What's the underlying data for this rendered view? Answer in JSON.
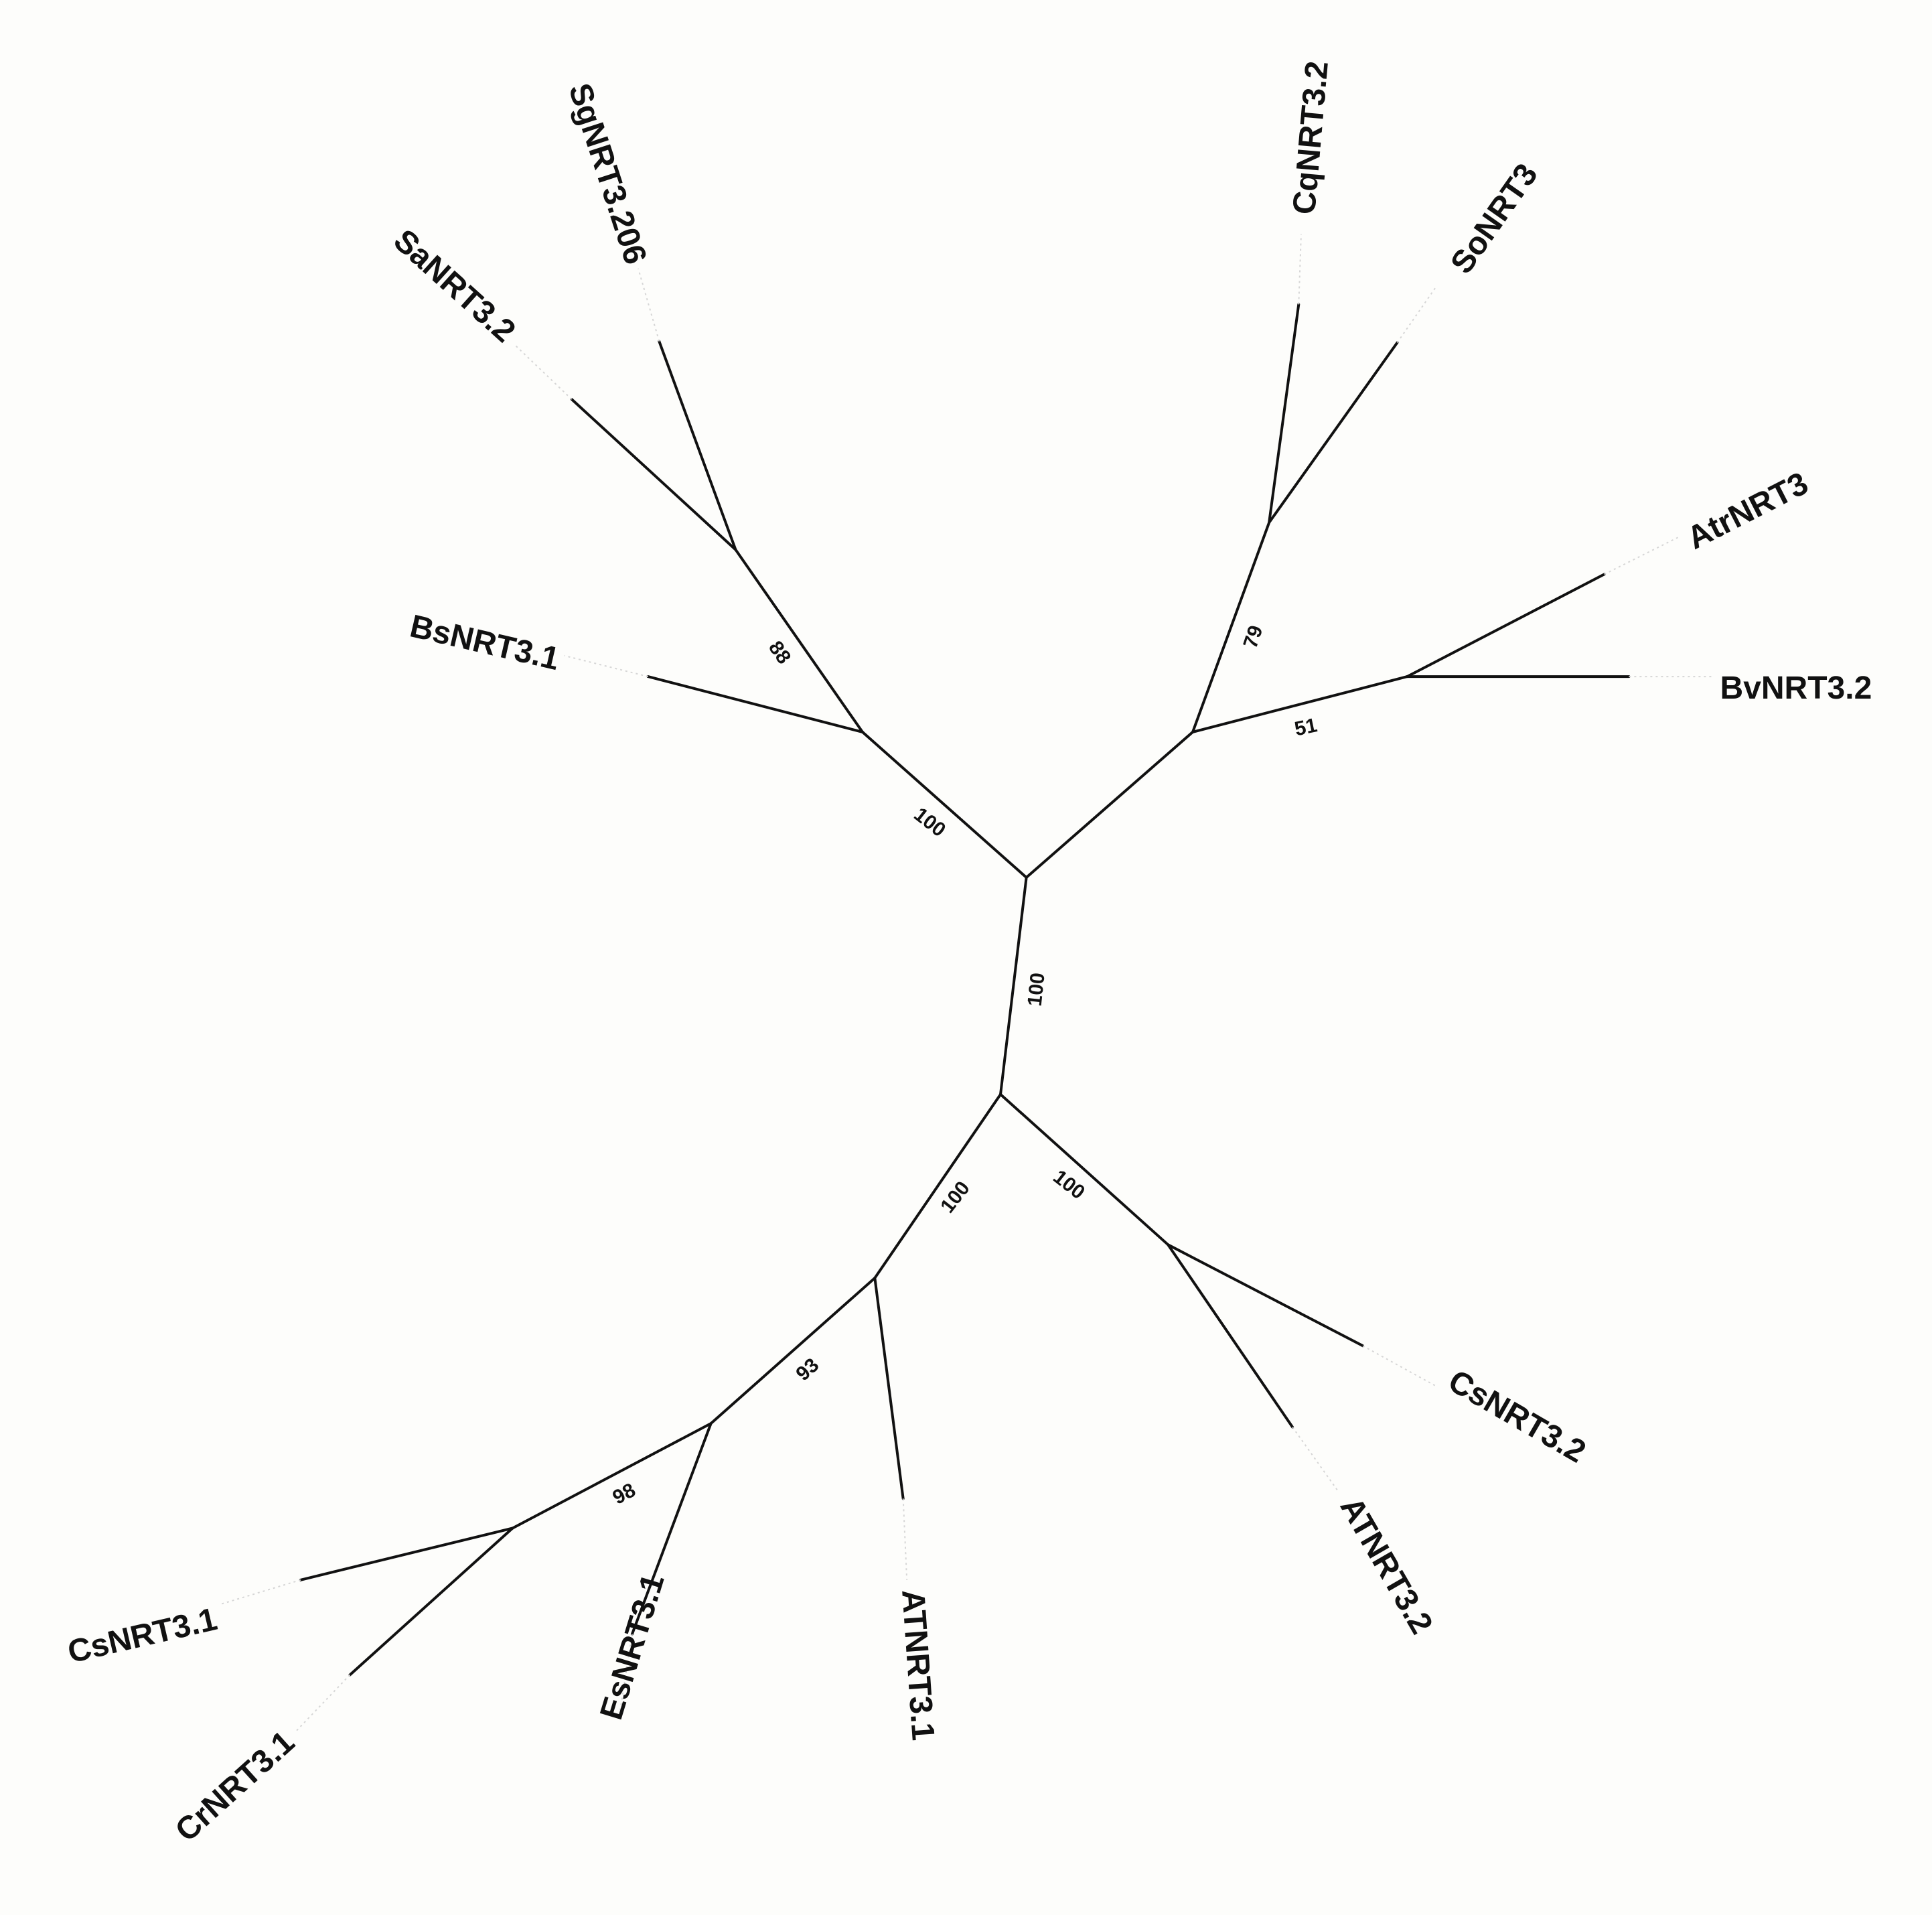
{
  "tree": {
    "leaves": [
      {
        "key": "CqNRT3_2",
        "label": "CqNRT3.2"
      },
      {
        "key": "SoNRT3",
        "label": "SoNRT3"
      },
      {
        "key": "AtrNRT3",
        "label": "AtrNRT3"
      },
      {
        "key": "BvNRT3_2",
        "label": "BvNRT3.2"
      },
      {
        "key": "CsNRT3_2",
        "label": "CsNRT3.2"
      },
      {
        "key": "ATNRT3_2",
        "label": "ATNRT3.2"
      },
      {
        "key": "ATNRT3_1",
        "label": "ATNRT3.1"
      },
      {
        "key": "EsNRT3_1",
        "label": "EsNRT3.1"
      },
      {
        "key": "CrNRT3_1",
        "label": "CrNRT3.1"
      },
      {
        "key": "CsNRT3_1",
        "label": "CsNRT3.1"
      },
      {
        "key": "BsNRT3_1",
        "label": "BsNRT3.1"
      },
      {
        "key": "SaNRT3_2",
        "label": "SaNRT3.2"
      },
      {
        "key": "SgNRT3_206",
        "label": "SgNRT3.206"
      }
    ],
    "supports": [
      {
        "key": "s79",
        "value": "79"
      },
      {
        "key": "s51",
        "value": "51"
      },
      {
        "key": "s88",
        "value": "88"
      },
      {
        "key": "s100_upper_left",
        "value": "100"
      },
      {
        "key": "s100_center",
        "value": "100"
      },
      {
        "key": "s100_lower_right",
        "value": "100"
      },
      {
        "key": "s100_lower_left",
        "value": "100"
      },
      {
        "key": "s93",
        "value": "93"
      },
      {
        "key": "s98",
        "value": "98"
      }
    ]
  }
}
